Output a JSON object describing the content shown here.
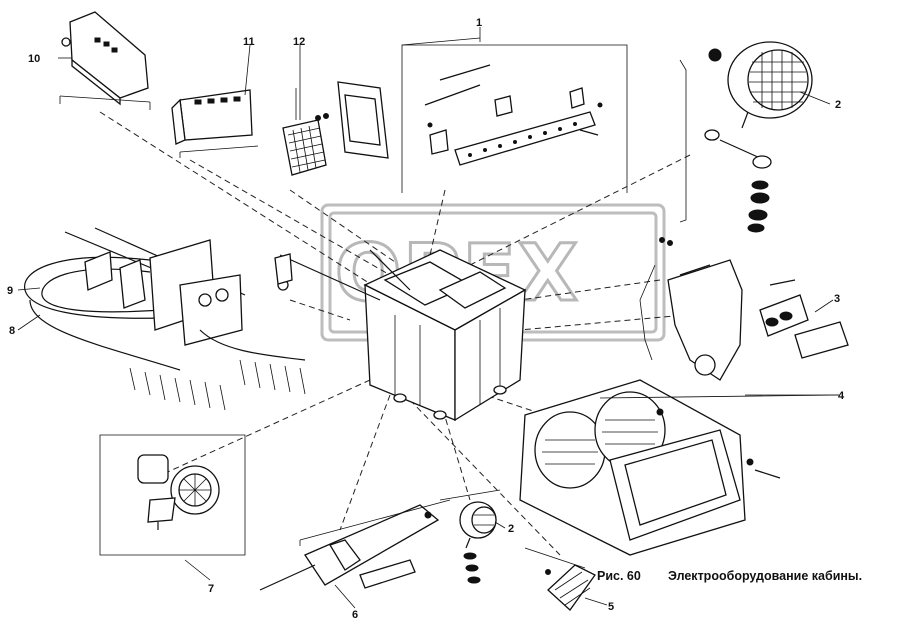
{
  "callouts": [
    "1",
    "2",
    "2",
    "3",
    "4",
    "5",
    "6",
    "7",
    "8",
    "9",
    "10",
    "11",
    "12"
  ],
  "caption": {
    "figure": "Рис. 60",
    "title": "Электрооборудование кабины."
  },
  "watermark": "OPEX",
  "colors": {
    "ink": "#111111",
    "watermark": "#b8b8b8",
    "paper": "#ffffff"
  }
}
